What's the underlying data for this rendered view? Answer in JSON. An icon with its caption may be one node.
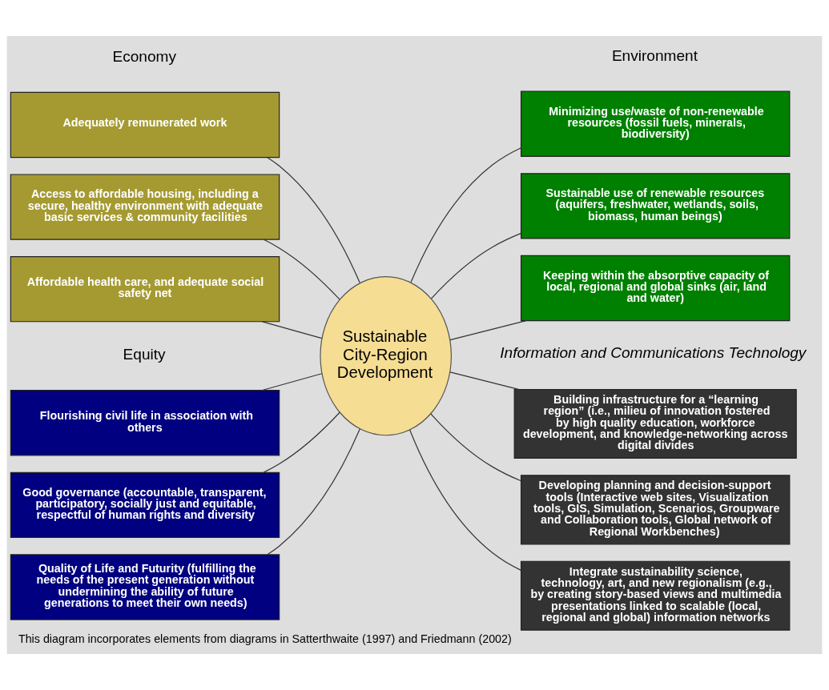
{
  "diagram": {
    "caption": "This diagram incorporates elements from diagrams in Satterthwaite (1997) and Friedmann (2002)",
    "nodes": [
      {
        "text": [
          "Adequately remunerated work"
        ]
      },
      {
        "text": [
          "Access to affordable housing, including a secure, healthy environment with adequate basic services & community facilities"
        ]
      },
      {
        "text": [
          "Affordable health care, and adequate social safety net"
        ]
      },
      {
        "text": [
          "Minimizing use/waste of non-renewable resources (fossil fuels, minerals, biodiversity)"
        ]
      },
      {
        "text": [
          "Sustainable use of renewable resources (aquifers, freshwater, wetlands, soils, biomass, human beings)"
        ]
      },
      {
        "text": [
          "Keeping within the absorptive capacity of local, regional and global sinks (air, land and water)"
        ]
      },
      {
        "text": [
          "Sustainable City-Region Development"
        ]
      },
      {
        "text": [
          "Flourishing civil life in association with others"
        ]
      },
      {
        "text": [
          "Good governance (accountable, transparent, participatory, socially just and equitable, respectful of human rights and diversity"
        ]
      },
      {
        "text": [
          "Quality of Life and Futurity (fulfilling the needs of the present generation without undermining the ability of future generations to meet their own needs)"
        ]
      },
      {
        "text": [
          "Building infrastructure for a “learning region” (i.e., milieu of innovation fostered by high quality education, workforce development, and knowledge-networking across digital divides"
        ]
      },
      {
        "text": [
          "Developing planning and decision-support tools (Interactive web sites, Visualization tools, GIS, Simulation, Scenarios, Groupware and Collaboration tools, Global network of Regional Workbenches)"
        ]
      },
      {
        "text": [
          "Integrate sustainability science, technology, art, and new regionalism (e.g., by creating story-based views and multimedia presentations linked to scalable (local, regional and global) information networks"
        ]
      }
    ],
    "edges": [
      {
        "from": 0,
        "to": 6,
        "arrow": "none"
      },
      {
        "from": 1,
        "to": 6,
        "arrow": "none"
      },
      {
        "from": 2,
        "to": 6,
        "arrow": "none"
      },
      {
        "from": 6,
        "to": 3,
        "arrow": "none"
      },
      {
        "from": 6,
        "to": 4,
        "arrow": "none"
      },
      {
        "from": 6,
        "to": 5,
        "arrow": "none"
      },
      {
        "from": 7,
        "to": 6,
        "arrow": "none"
      },
      {
        "from": 8,
        "to": 6,
        "arrow": "none"
      },
      {
        "from": 9,
        "to": 6,
        "arrow": "none"
      },
      {
        "from": 6,
        "to": 10,
        "arrow": "none"
      },
      {
        "from": 6,
        "to": 11,
        "arrow": "none"
      },
      {
        "from": 6,
        "to": 12,
        "arrow": "none"
      }
    ],
    "labels": [
      "Economy",
      "Environment",
      "Equity",
      "Information and Communications Technology"
    ]
  }
}
